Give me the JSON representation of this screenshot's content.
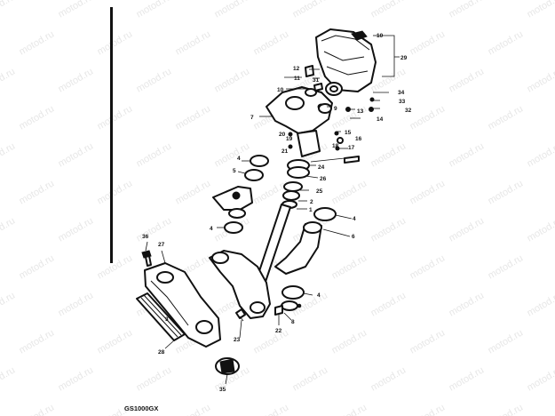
{
  "diagram": {
    "model_label": "GS1000GX",
    "watermark": "motod.ru",
    "callouts": {
      "c1": "1",
      "c2": "2",
      "c3": "3",
      "c4a": "4",
      "c4b": "4",
      "c4c": "4",
      "c4d": "4",
      "c5": "5",
      "c6": "6",
      "c7": "7",
      "c8": "8",
      "c9": "9",
      "c10a": "10",
      "c10b": "10",
      "c11": "11",
      "c12": "12",
      "c13": "13",
      "c14": "14",
      "c15": "15",
      "c16": "16",
      "c17": "17",
      "c18": "18",
      "c19": "19",
      "c20": "20",
      "c21": "21",
      "c22": "22",
      "c23": "23",
      "c24": "24",
      "c25": "25",
      "c26": "26",
      "c27": "27",
      "c28": "28",
      "c29": "29",
      "c31": "31",
      "c32": "32",
      "c33": "33",
      "c34": "34",
      "c35": "35",
      "c36": "36"
    }
  }
}
